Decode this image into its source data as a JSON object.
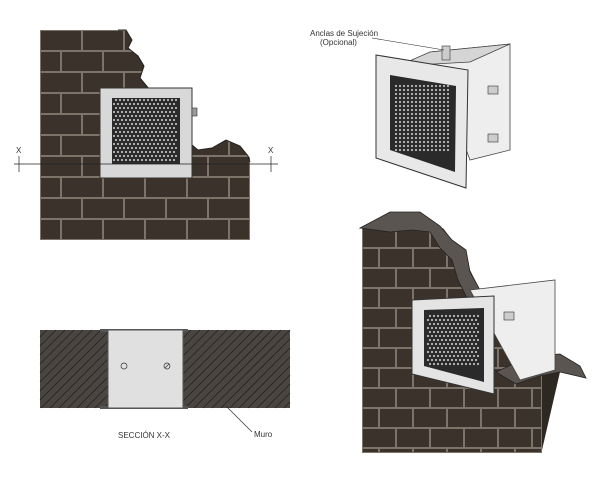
{
  "labels": {
    "anchors_line1": "Anclas de Sujeción",
    "anchors_line2": "(Opcional)",
    "section_mark_left": "X",
    "section_mark_right": "X",
    "section_title": "SECCIÓN X-X",
    "wall": "Muro"
  },
  "colors": {
    "brick": "#3b332b",
    "mortar": "#7d7469",
    "panel": "#dcdcdc",
    "grille": "#2a2a2a"
  }
}
